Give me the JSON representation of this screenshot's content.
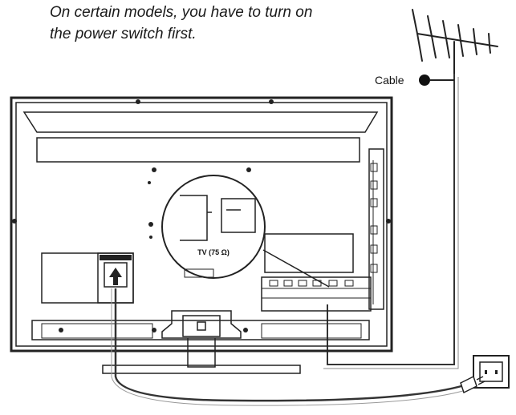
{
  "instruction": {
    "line1": "On certain models, you have to turn on",
    "line2": "the power switch first."
  },
  "labels": {
    "cable": "Cable",
    "tv_port": "TV (75 Ω)"
  },
  "icons": [
    "antenna-icon",
    "wall-outlet-icon",
    "power-plug-icon",
    "arrow-up-icon"
  ]
}
